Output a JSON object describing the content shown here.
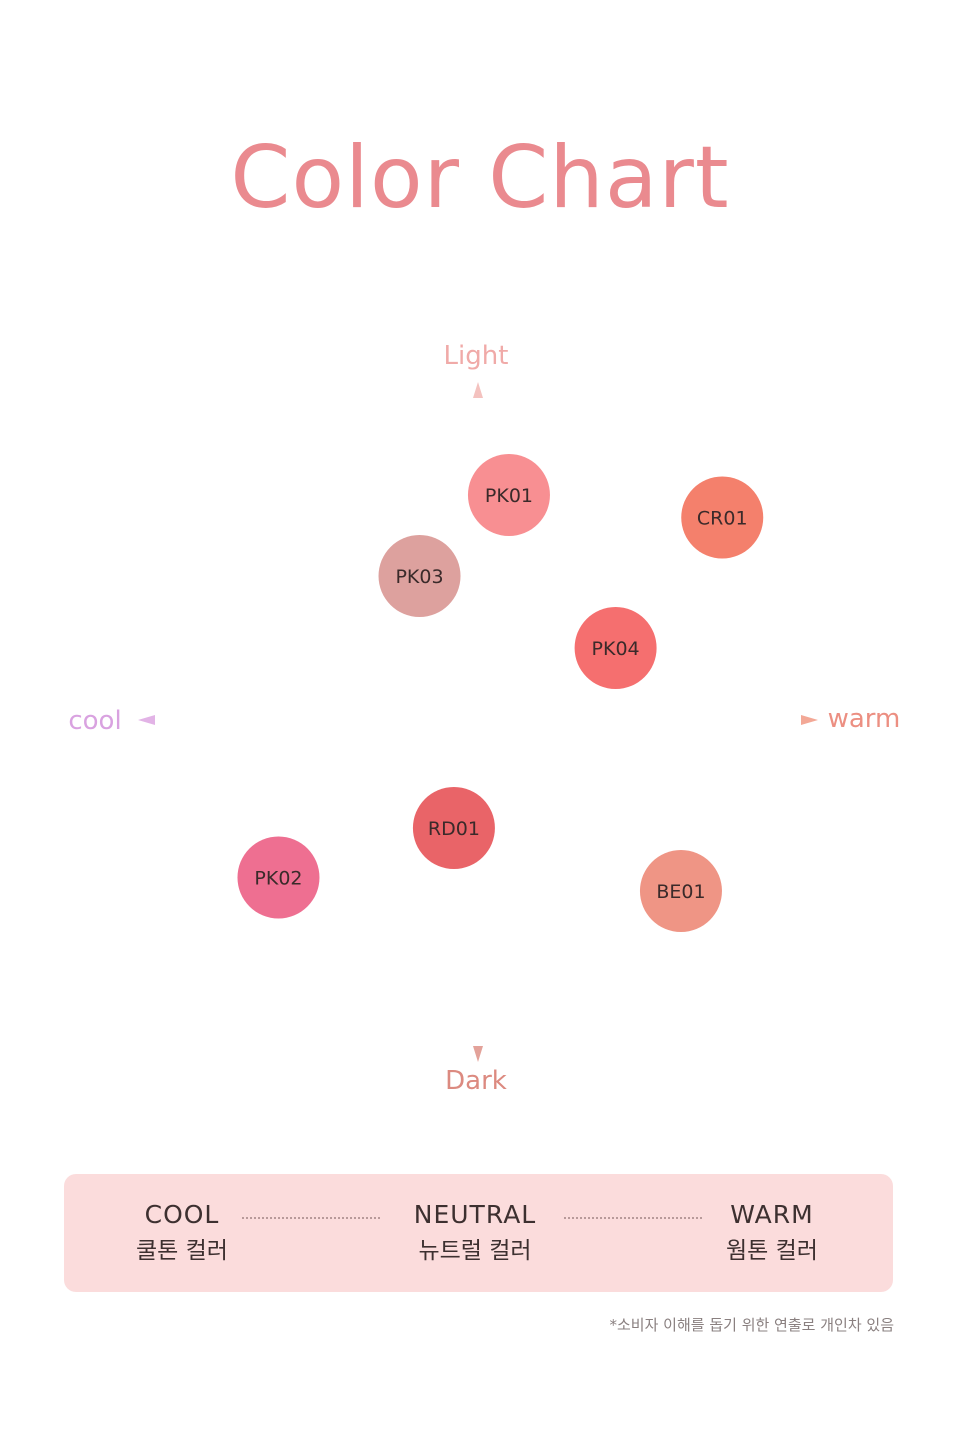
{
  "title": "Color Chart",
  "chart_data": {
    "type": "scatter",
    "title": "Color Chart",
    "x_axis": {
      "negative_label": "cool",
      "positive_label": "warm"
    },
    "y_axis": {
      "positive_label": "Light",
      "negative_label": "Dark"
    },
    "xlim": [
      -10,
      10
    ],
    "ylim": [
      -10,
      10
    ],
    "points": [
      {
        "name": "PK01",
        "x": 0.9,
        "y": 5.0,
        "color": "#f88f92"
      },
      {
        "name": "CR01",
        "x": 7.1,
        "y": 4.5,
        "color": "#f4806c"
      },
      {
        "name": "PK03",
        "x": -1.7,
        "y": 3.2,
        "color": "#dda19e"
      },
      {
        "name": "PK04",
        "x": 4.0,
        "y": 1.6,
        "color": "#f56f6f"
      },
      {
        "name": "RD01",
        "x": -0.7,
        "y": -2.4,
        "color": "#e96468"
      },
      {
        "name": "PK02",
        "x": -5.8,
        "y": -3.5,
        "color": "#ee6f91"
      },
      {
        "name": "BE01",
        "x": 5.9,
        "y": -3.8,
        "color": "#ef9585"
      }
    ],
    "colors": {
      "light_label": "#f0aaa8",
      "dark_label": "#dc8a80",
      "cool_label": "#d9a2e0",
      "warm_label": "#ec8f82"
    }
  },
  "legend": {
    "cool_en": "COOL",
    "cool_ko": "쿨톤 컬러",
    "neutral_en": "NEUTRAL",
    "neutral_ko": "뉴트럴 컬러",
    "warm_en": "WARM",
    "warm_ko": "웜톤 컬러"
  },
  "footnote": "*소비자 이해를 돕기 위한 연출로 개인차 있음"
}
